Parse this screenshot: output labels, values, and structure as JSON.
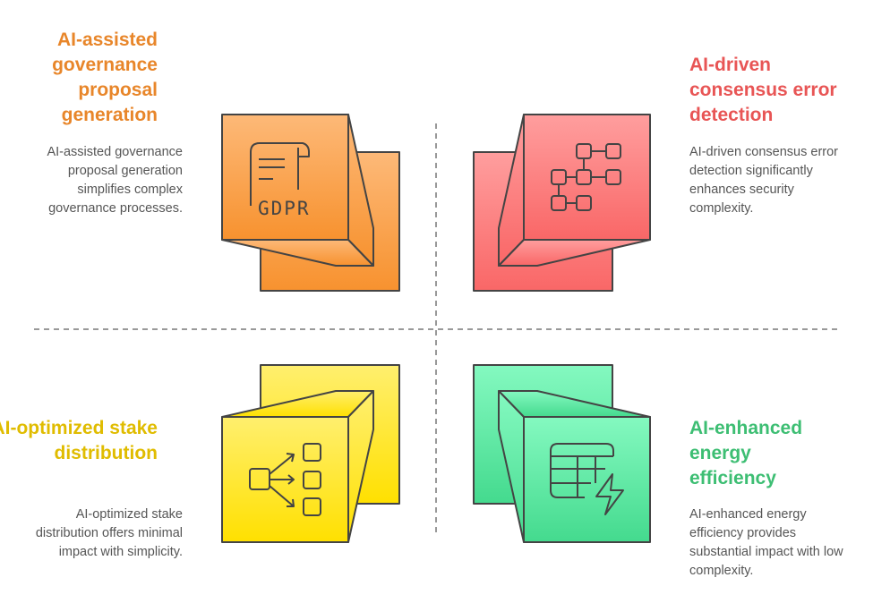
{
  "quadrants": [
    {
      "title": "AI-assisted governance proposal generation",
      "description": "AI-assisted governance proposal generation simplifies complex governance processes.",
      "icon": "gdpr-document-icon",
      "color": "#E8862A"
    },
    {
      "title": "AI-driven consensus error detection",
      "description": "AI-driven consensus error detection significantly enhances security complexity.",
      "icon": "flowchart-icon",
      "color": "#E85555"
    },
    {
      "title": "AI-optimized stake distribution",
      "description": "AI-optimized stake distribution offers minimal impact with simplicity.",
      "icon": "distribution-icon",
      "color": "#E0BC00"
    },
    {
      "title": "AI-enhanced energy efficiency",
      "description": "AI-enhanced energy efficiency provides substantial impact with low complexity.",
      "icon": "table-lightning-icon",
      "color": "#3DBE73"
    }
  ],
  "icon_text": "GDPR"
}
